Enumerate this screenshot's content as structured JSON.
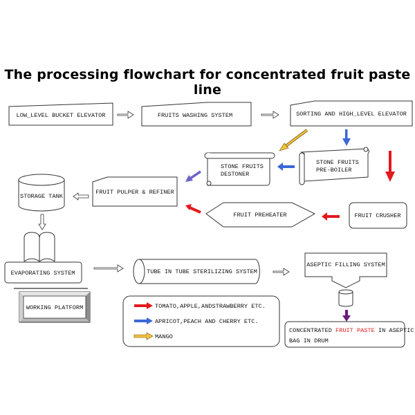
{
  "title": "The processing flowchart for concentrated fruit paste line",
  "nodes": {
    "low_level_bucket_elevator": "LOW_LEVEL BUCKET ELEVATOR",
    "fruits_washing_system": "FRUITS WASHING SYSTEM",
    "sorting_high_level_elevator": "SORTING AND HIGH_LEVEL ELEVATOR",
    "stone_fruits_destoner": [
      "STONE FRUITS",
      "DESTONER"
    ],
    "stone_fruits_pre_boiler": [
      "STONE FRUITS",
      "PRE-BOILER"
    ],
    "storage_tank": "STORAGE TANK",
    "fruit_pulper_refiner": "FRUIT PULPER & REFINER",
    "fruit_preheater": "FRUIT PREHEATER",
    "fruit_crusher": "FRUIT CRUSHER",
    "evaporating_system": "EVAPORATING SYSTEM",
    "working_platform": "WORKING PLATFORM",
    "tube_in_tube_sterilizing": "TUBE IN TUBE STERILIZING SYSTEM",
    "aseptic_filling_system": "ASEPTIC FILLING SYSTEM",
    "final_product": {
      "prefix": "CONCENTRATED ",
      "highlight": "FRUIT PASTE",
      "suffix": " IN ASEPTIC",
      "line2": "BAG IN DRUM"
    }
  },
  "legend": [
    {
      "color": "#e3191c",
      "label": "TOMATO,APPLE,ANDSTRAWBERRY ETC."
    },
    {
      "color": "#3a67d8",
      "label": "APRICOT,PEACH AND CHERRY ETC."
    },
    {
      "color": "#f2c23a",
      "label": "MANGO"
    }
  ],
  "colors": {
    "red": "#e3191c",
    "blue": "#3a67d8",
    "yellow": "#f2c23a",
    "violet": "#6b63c9",
    "purple": "#6a1b7a",
    "highlight_text": "#e3191c"
  }
}
